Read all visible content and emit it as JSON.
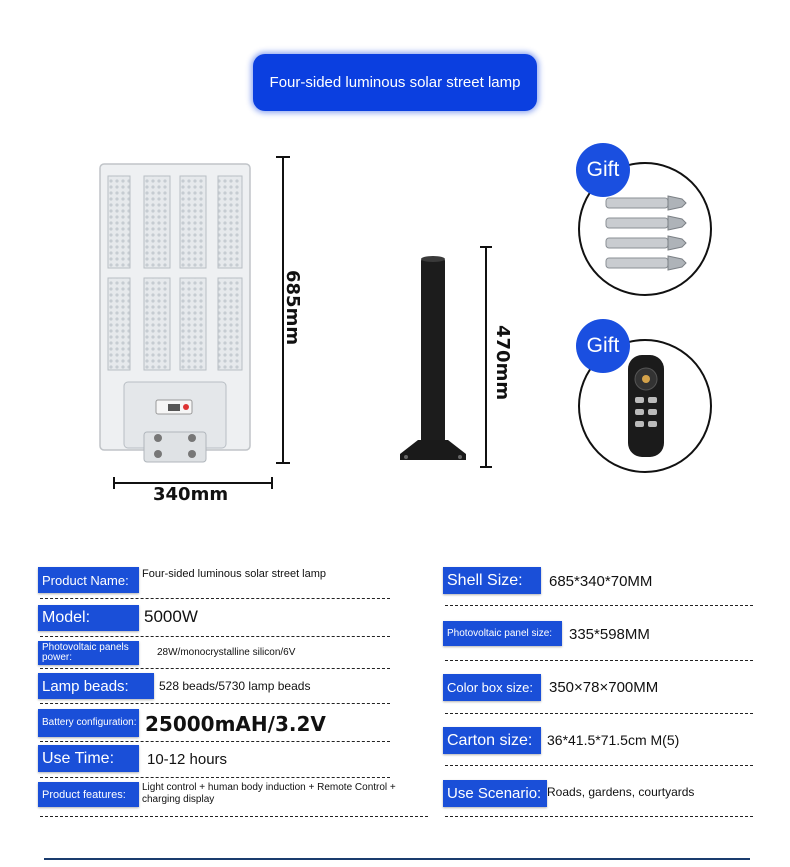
{
  "banner": {
    "title": "Four-sided luminous solar street lamp"
  },
  "dimensions": {
    "lamp_height": "685mm",
    "lamp_width": "340mm",
    "pole_height": "470mm"
  },
  "gifts": {
    "badge_1": "Gift",
    "badge_2": "Gift"
  },
  "specs_left": [
    {
      "label": "Product Name:",
      "value": "Four-sided luminous solar street lamp"
    },
    {
      "label": "Model:",
      "value": "5000W"
    },
    {
      "label": "Photovoltaic panels power:",
      "value": "28W/monocrystalline silicon/6V"
    },
    {
      "label": "Lamp beads:",
      "value": "528 beads/5730 lamp beads"
    },
    {
      "label": "Battery configuration:",
      "value": "25000mAH/3.2V"
    },
    {
      "label": "Use Time:",
      "value": "10-12 hours"
    },
    {
      "label": "Product features:",
      "value": "Light control + human body induction + Remote Control + charging display"
    }
  ],
  "specs_right": [
    {
      "label": "Shell Size:",
      "value": "685*340*70MM"
    },
    {
      "label": "Photovoltaic panel size:",
      "value": "335*598MM"
    },
    {
      "label": "Color box size:",
      "value": "350×78×700MM"
    },
    {
      "label": "Carton size:",
      "value": "36*41.5*71.5cm M(5)"
    },
    {
      "label": "Use Scenario:",
      "value": "Roads, gardens, courtyards"
    }
  ],
  "colors": {
    "banner_blue": "#0b3fe0",
    "label_blue": "#1a4fd8"
  }
}
